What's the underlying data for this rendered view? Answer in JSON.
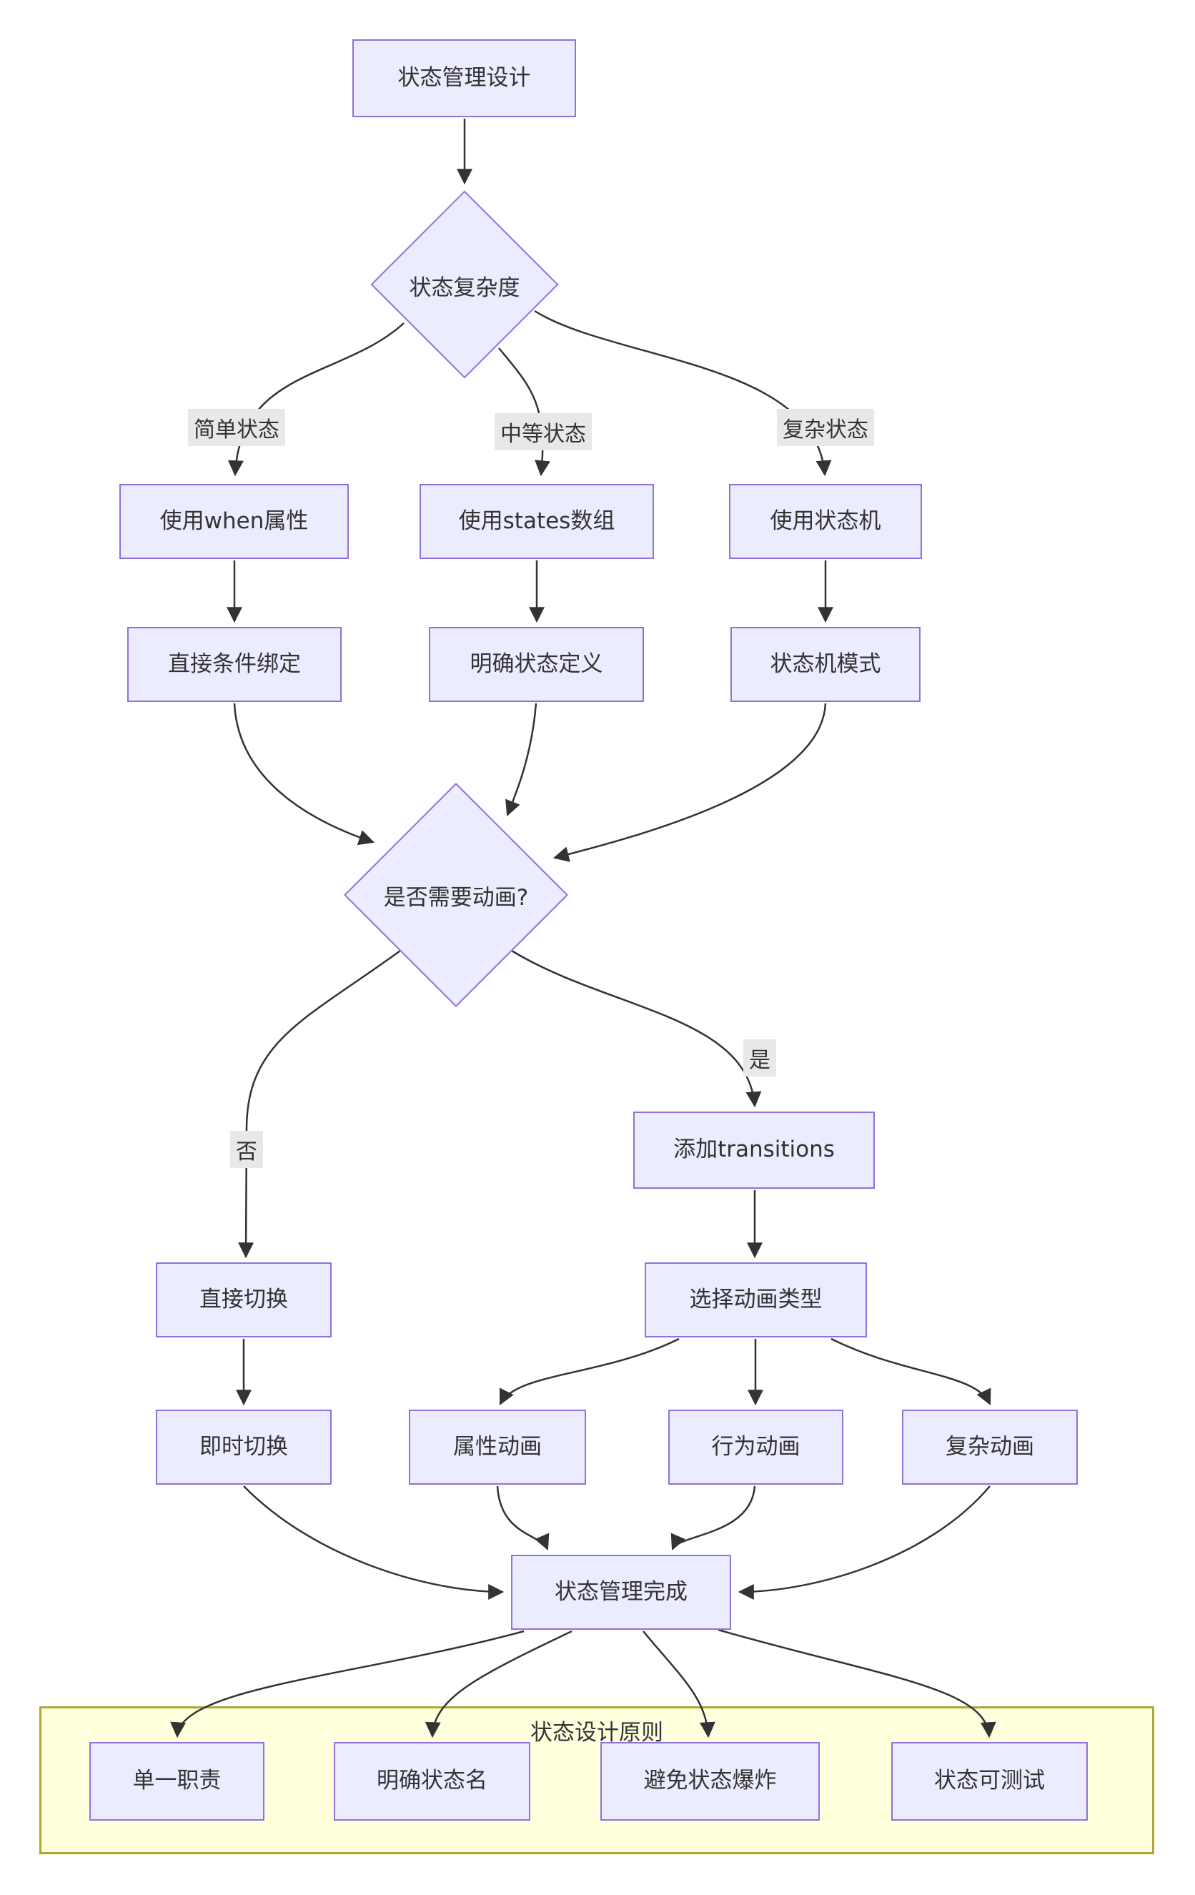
{
  "theme": {
    "background": "#ffffff",
    "node_fill": "#ECECFF",
    "node_border": "#9370DB",
    "edge_color": "#333333",
    "text_color": "#333333",
    "edge_label_bg": "#e8e8e8",
    "subgraph_fill": "#ffffde",
    "subgraph_border": "#aaaa33"
  },
  "flowchart": {
    "nodes": {
      "start": "状态管理设计",
      "complexity": "状态复杂度",
      "use_when": "使用when属性",
      "use_states": "使用states数组",
      "use_machine": "使用状态机",
      "direct_binding": "直接条件绑定",
      "state_definition": "明确状态定义",
      "machine_pattern": "状态机模式",
      "need_animation": "是否需要动画?",
      "add_transitions": "添加transitions",
      "direct_switch": "直接切换",
      "choose_animation": "选择动画类型",
      "instant_switch": "即时切换",
      "property_animation": "属性动画",
      "behavior_animation": "行为动画",
      "complex_animation": "复杂动画",
      "complete": "状态管理完成",
      "principle_single": "单一职责",
      "principle_naming": "明确状态名",
      "principle_explosion": "避免状态爆炸",
      "principle_testable": "状态可测试"
    },
    "edge_labels": {
      "simple": "简单状态",
      "medium": "中等状态",
      "complex": "复杂状态",
      "no": "否",
      "yes": "是"
    },
    "subgraph_title": "状态设计原则"
  }
}
